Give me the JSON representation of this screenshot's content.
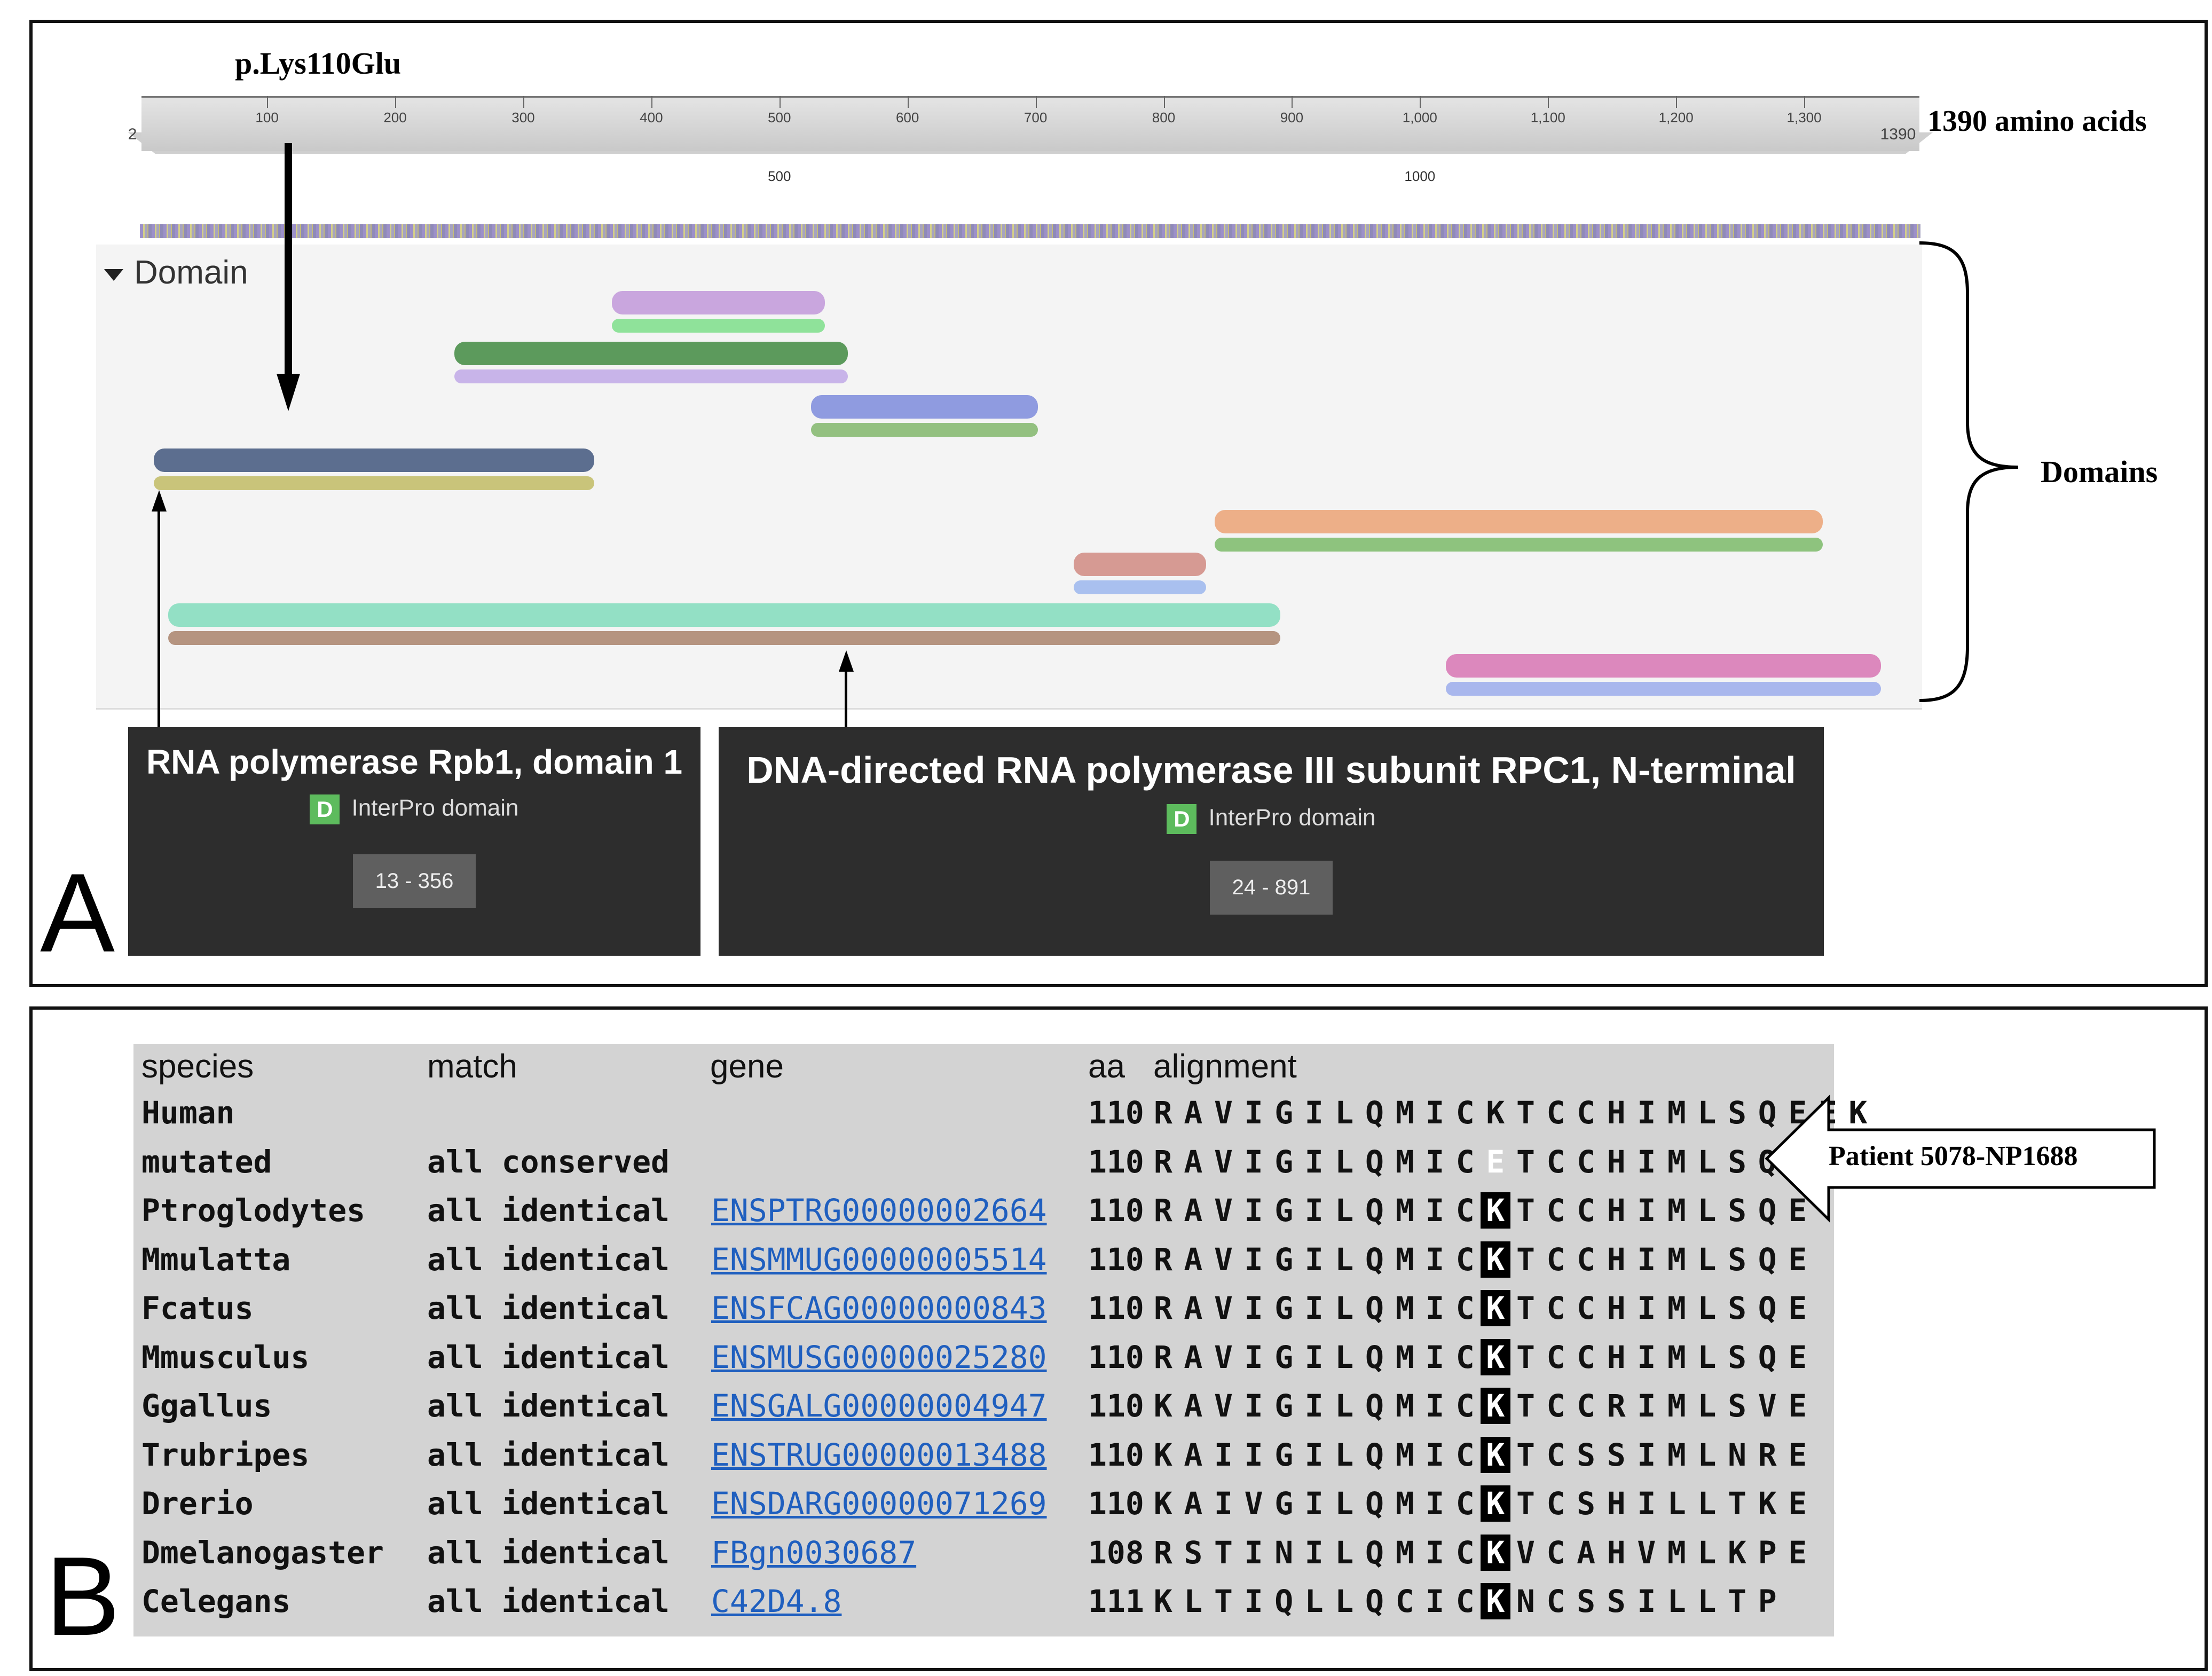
{
  "panel_a": {
    "label": "A",
    "variant_label": "p.Lys110Glu",
    "length_label": "1390 amino acids",
    "ruler": {
      "start": "2",
      "end": "1390",
      "ticks": [
        "100",
        "200",
        "300",
        "400",
        "500",
        "600",
        "700",
        "800",
        "900",
        "1,000",
        "1,100",
        "1,200",
        "1,300"
      ],
      "mid_ticks": [
        "500",
        "1000"
      ]
    },
    "track_name": "Domain",
    "domains_label": "Domains",
    "domains": [
      {
        "start": 370,
        "end": 536,
        "color": "#c9a6de"
      },
      {
        "start": 370,
        "end": 536,
        "color": "#8fe29a"
      },
      {
        "start": 247,
        "end": 554,
        "color": "#5c9a5c"
      },
      {
        "start": 247,
        "end": 554,
        "color": "#c8b4e9"
      },
      {
        "start": 525,
        "end": 702,
        "color": "#8f9be0"
      },
      {
        "start": 525,
        "end": 702,
        "color": "#93c080"
      },
      {
        "start": 13,
        "end": 356,
        "color": "#5c6e8f"
      },
      {
        "start": 13,
        "end": 356,
        "color": "#c9c47a"
      },
      {
        "start": 840,
        "end": 1314,
        "color": "#edaf88"
      },
      {
        "start": 840,
        "end": 1314,
        "color": "#8ec37e"
      },
      {
        "start": 730,
        "end": 833,
        "color": "#d69a93"
      },
      {
        "start": 730,
        "end": 833,
        "color": "#a9c0ef"
      },
      {
        "start": 24,
        "end": 891,
        "color": "#93e0c5"
      },
      {
        "start": 24,
        "end": 891,
        "color": "#b59480"
      },
      {
        "start": 1020,
        "end": 1359,
        "color": "#dc88bd"
      },
      {
        "start": 1020,
        "end": 1359,
        "color": "#a9b7ed"
      }
    ],
    "tooltips": [
      {
        "title": "RNA polymerase Rpb1, domain 1",
        "badge": "D",
        "source": "InterPro domain",
        "range": "13 - 356"
      },
      {
        "title": "DNA-directed RNA polymerase III subunit RPC1, N-terminal",
        "badge": "D",
        "source": "InterPro domain",
        "range": "24 - 891"
      }
    ]
  },
  "panel_b": {
    "label": "B",
    "headers": {
      "species": "species",
      "match": "match",
      "gene": "gene",
      "aa": "aa",
      "alignment": "alignment"
    },
    "patient_label": "Patient 5078-NP1688",
    "rows": [
      {
        "species": "Human",
        "match": "",
        "gene": "",
        "aa": "110",
        "alignment": "RAVIGILQMICKTCCHIMLSQEEK"
      },
      {
        "species": "mutated",
        "match": "all conserved",
        "gene": "",
        "aa": "110",
        "alignment": "RAVIGILQMICETCCHIMLSQE"
      },
      {
        "species": "Ptroglodytes",
        "match": "all identical",
        "gene": "ENSPTRG00000002664",
        "aa": "110",
        "alignment": "RAVIGILQMICKTCCHIMLSQE"
      },
      {
        "species": "Mmulatta",
        "match": "all identical",
        "gene": "ENSMMUG00000005514",
        "aa": "110",
        "alignment": "RAVIGILQMICKTCCHIMLSQE"
      },
      {
        "species": "Fcatus",
        "match": "all identical",
        "gene": "ENSFCAG00000000843",
        "aa": "110",
        "alignment": "RAVIGILQMICKTCCHIMLSQE"
      },
      {
        "species": "Mmusculus",
        "match": "all identical",
        "gene": "ENSMUSG00000025280",
        "aa": "110",
        "alignment": "RAVIGILQMICKTCCHIMLSQE"
      },
      {
        "species": "Ggallus",
        "match": "all identical",
        "gene": "ENSGALG00000004947",
        "aa": "110",
        "alignment": "KAVIGILQMICKTCCRIMLSVE"
      },
      {
        "species": "Trubripes",
        "match": "all identical",
        "gene": "ENSTRUG00000013488",
        "aa": "110",
        "alignment": "KAIIGILQMICKTCSSIMLNRE"
      },
      {
        "species": "Drerio",
        "match": "all identical",
        "gene": "ENSDARG00000071269",
        "aa": "110",
        "alignment": "KAIVGILQMICKTCSHILLTKE"
      },
      {
        "species": "Dmelanogaster",
        "match": "all identical",
        "gene": "FBgn0030687",
        "aa": "108",
        "alignment": "RSTINILQMICKVCAHVMLKPE"
      },
      {
        "species": "Celegans",
        "match": "all identical",
        "gene": "C42D4.8",
        "aa": "111",
        "alignment": "KLTIQLLQCICKNCSSILLTP"
      }
    ],
    "highlight_column": 11
  }
}
